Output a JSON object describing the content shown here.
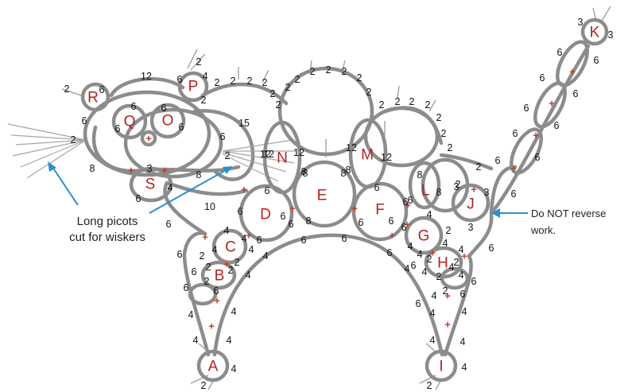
{
  "rings": [
    {
      "id": "A",
      "label": "A"
    },
    {
      "id": "B",
      "label": "B"
    },
    {
      "id": "C",
      "label": "C"
    },
    {
      "id": "D",
      "label": "D"
    },
    {
      "id": "E",
      "label": "E"
    },
    {
      "id": "F",
      "label": "F"
    },
    {
      "id": "G",
      "label": "G"
    },
    {
      "id": "H",
      "label": "H"
    },
    {
      "id": "I",
      "label": "I"
    },
    {
      "id": "J",
      "label": "J"
    },
    {
      "id": "K",
      "label": "K"
    },
    {
      "id": "L",
      "label": "L"
    },
    {
      "id": "M",
      "label": "M"
    },
    {
      "id": "N",
      "label": "N"
    },
    {
      "id": "O",
      "label": "O"
    },
    {
      "id": "P",
      "label": "P"
    },
    {
      "id": "Q",
      "label": "Q"
    },
    {
      "id": "R",
      "label": "R"
    },
    {
      "id": "S",
      "label": "S"
    }
  ],
  "stitch_counts": [
    "2",
    "4",
    "4",
    "4",
    "4",
    "6",
    "4",
    "6",
    "6",
    "2",
    "6",
    "2",
    "2",
    "4",
    "2",
    "2",
    "4",
    "4",
    "4",
    "4",
    "6",
    "4",
    "6",
    "6",
    "6",
    "8",
    "6",
    "8",
    "8",
    "6",
    "6",
    "6",
    "6",
    "10",
    "6",
    "6",
    "6",
    "6",
    "4",
    "6",
    "2",
    "4",
    "4",
    "4",
    "2",
    "2",
    "6",
    "4",
    "4",
    "4",
    "4",
    "2",
    "4",
    "2",
    "4",
    "4",
    "6",
    "6",
    "4",
    "6",
    "6",
    "4",
    "4",
    "4",
    "2",
    "2",
    "3",
    "3",
    "3",
    "6",
    "6",
    "6",
    "6",
    "6",
    "6",
    "6",
    "6",
    "3",
    "3",
    "6",
    "2",
    "8",
    "8",
    "6",
    "6",
    "12",
    "12",
    "12",
    "12",
    "8",
    "8",
    "2",
    "2",
    "2",
    "2",
    "2",
    "2",
    "2",
    "2",
    "2",
    "2",
    "2",
    "2",
    "2",
    "2",
    "2",
    "2",
    "2",
    "2",
    "2",
    "2",
    "6",
    "4",
    "2",
    "2",
    "12",
    "6",
    "6",
    "6",
    "6",
    "6",
    "6",
    "6",
    "2",
    "8",
    "3",
    "4",
    "6",
    "8",
    "15",
    "2",
    "2",
    "12"
  ],
  "annotations": {
    "whiskers_line1": "Long picots",
    "whiskers_line2": "cut for wiskers",
    "reverse_line1": "Do NOT reverse",
    "reverse_line2": "work."
  }
}
